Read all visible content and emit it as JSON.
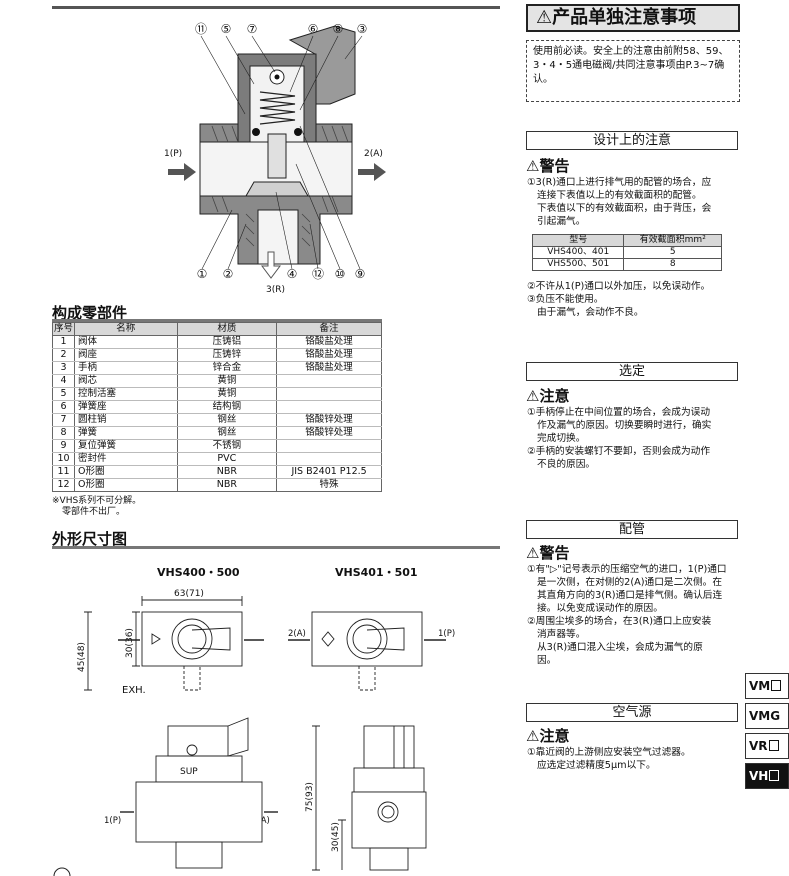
{
  "diagram": {
    "callouts_top": [
      "⑪",
      "⑤",
      "⑦",
      "⑥",
      "⑧",
      "③"
    ],
    "callouts_bottom": [
      "①",
      "②",
      "④",
      "⑫",
      "⑩",
      "⑨"
    ],
    "port_1": "1(P)",
    "port_2": "2(A)",
    "port_3": "3(R)"
  },
  "parts": {
    "title": "构成零部件",
    "headers": [
      "序号",
      "名称",
      "材质",
      "备注"
    ],
    "rows": [
      [
        "1",
        "阀体",
        "压铸铝",
        "铬酸盐处理"
      ],
      [
        "2",
        "阀座",
        "压铸锌",
        "铬酸盐处理"
      ],
      [
        "3",
        "手柄",
        "锌合金",
        "铬酸盐处理"
      ],
      [
        "4",
        "阀芯",
        "黄铜",
        ""
      ],
      [
        "5",
        "控制活塞",
        "黄铜",
        ""
      ],
      [
        "6",
        "弹簧座",
        "结构钢",
        ""
      ],
      [
        "7",
        "圆柱销",
        "钢丝",
        "铬酸锌处理"
      ],
      [
        "8",
        "弹簧",
        "钢丝",
        "铬酸锌处理"
      ],
      [
        "9",
        "复位弹簧",
        "不锈钢",
        ""
      ],
      [
        "10",
        "密封件",
        "PVC",
        ""
      ],
      [
        "11",
        "O形圈",
        "NBR",
        "JIS B2401 P12.5"
      ],
      [
        "12",
        "O形圈",
        "NBR",
        "特殊"
      ]
    ],
    "note_1": "※VHS系列不可分解。",
    "note_2": "零部件不出厂。"
  },
  "dims": {
    "title": "外形尺寸图",
    "model_a": "VHS400・500",
    "model_b": "VHS401・501",
    "w_label": "63(71)",
    "h1_label": "30(36)",
    "h2_label": "45(48)",
    "exh": "EXH.",
    "p_label": "1(P)",
    "a_label": "2(A)",
    "sup": "SUP",
    "h3_label": "75(93)",
    "h4_label": "30(45)"
  },
  "right": {
    "main_title": "⚠产品单独注意事项",
    "intro": "使用前必读。安全上的注意由前附58、59、3・4・5通电磁阀/共同注意事项由P.3~7确认。",
    "design": {
      "box": "设计上的注意",
      "heading": "警告",
      "item1_a": "①3(R)通口上进行排气用的配管的场合，应",
      "item1_b": "连接下表值以上的有效截面积的配管。",
      "item1_c": "下表值以下的有效截面积，由于背压，会",
      "item1_d": "引起漏气。",
      "table_head": [
        "型号",
        "有效截面积mm²"
      ],
      "table_rows": [
        [
          "VHS400、401",
          "5"
        ],
        [
          "VHS500、501",
          "8"
        ]
      ],
      "item2": "②不许从1(P)通口以外加压，以免误动作。",
      "item3_a": "③负压不能使用。",
      "item3_b": "由于漏气，会动作不良。"
    },
    "select": {
      "box": "选定",
      "heading": "注意",
      "item1_a": "①手柄停止在中间位置的场合，会成为误动",
      "item1_b": "作及漏气的原因。切换要瞬时进行，确实",
      "item1_c": "完成切换。",
      "item2_a": "②手柄的安装螺钉不要卸，否则会成为动作",
      "item2_b": "不良的原因。"
    },
    "piping": {
      "box": "配管",
      "heading": "警告",
      "item1_a": "①有\"▷\"记号表示的压缩空气的进口，1(P)通口",
      "item1_b": "是一次侧，在对侧的2(A)通口是二次侧。在",
      "item1_c": "其直角方向的3(R)通口是排气侧。确认后连",
      "item1_d": "接。以免变成误动作的原因。",
      "item2_a": "②周围尘埃多的场合，在3(R)通口上应安装",
      "item2_b": "消声器等。",
      "item2_c": "从3(R)通口混入尘埃，会成为漏气的原",
      "item2_d": "因。"
    },
    "air": {
      "box": "空气源",
      "heading": "注意",
      "item1_a": "①靠近阀的上游侧应安装空气过滤器。",
      "item1_b": "应选定过滤精度5μm以下。"
    }
  },
  "tabs": [
    "VM",
    "VMG",
    "VR",
    "VH"
  ]
}
